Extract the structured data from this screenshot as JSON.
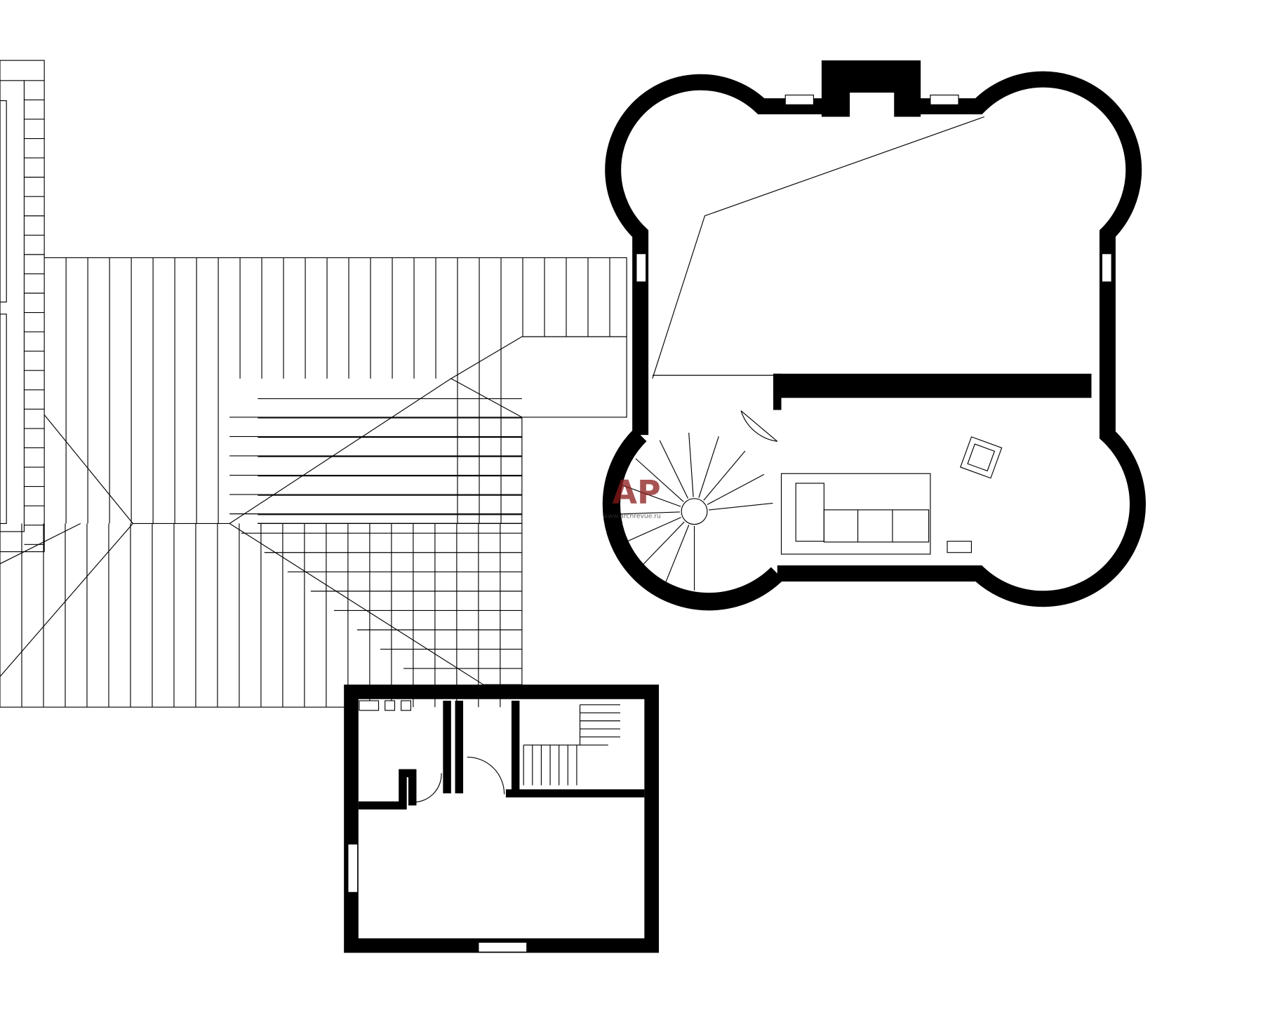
{
  "drawing": {
    "type": "architectural floor plan",
    "colors": {
      "wall": "#000000",
      "line": "#000000",
      "background": "#ffffff",
      "watermark": "#8b1a1a"
    }
  },
  "watermark": {
    "logo": "AP",
    "url": "www.archrevue.ru"
  }
}
